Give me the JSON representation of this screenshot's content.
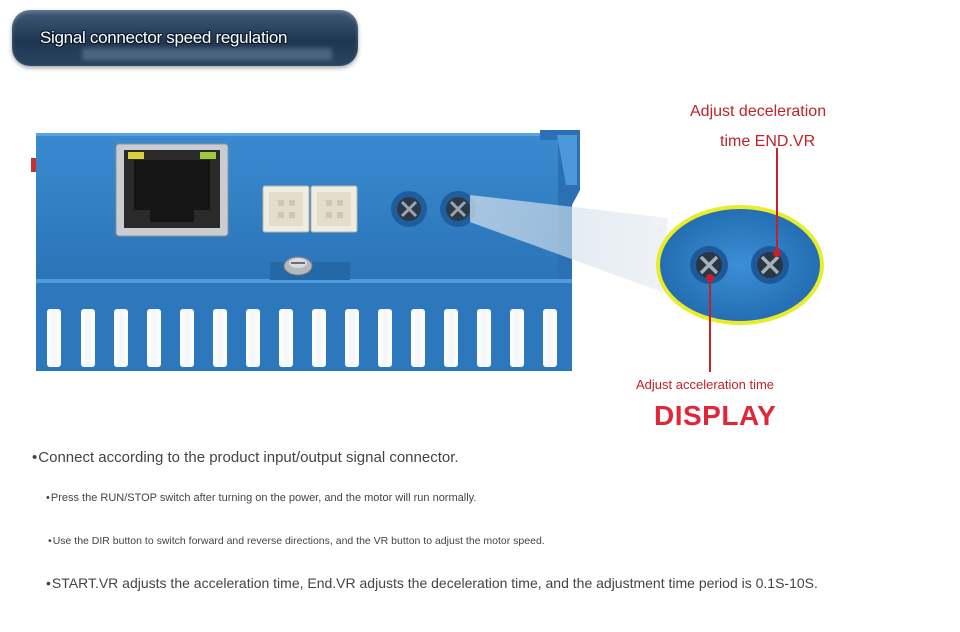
{
  "banner": {
    "title": "Signal connector speed regulation"
  },
  "callouts": {
    "deceleration_line1": "Adjust deceleration",
    "deceleration_line2": "time END.VR",
    "acceleration": "Adjust acceleration time",
    "display": "DISPLAY"
  },
  "bullets": [
    "Connect according to the product input/output signal connector.",
    "Press the RUN/STOP switch after turning on the power, and the motor will run normally.",
    "Use the DIR button to switch forward and reverse directions, and the VR button to adjust the motor speed.",
    "START.VR adjusts the acceleration time, End.VR adjusts the deceleration time, and the adjustment time period is 0.1S-10S."
  ],
  "colors": {
    "body_blue": "#2f7fc4",
    "callout_red": "#c3212b",
    "highlight_ring": "#e9ec2a"
  }
}
